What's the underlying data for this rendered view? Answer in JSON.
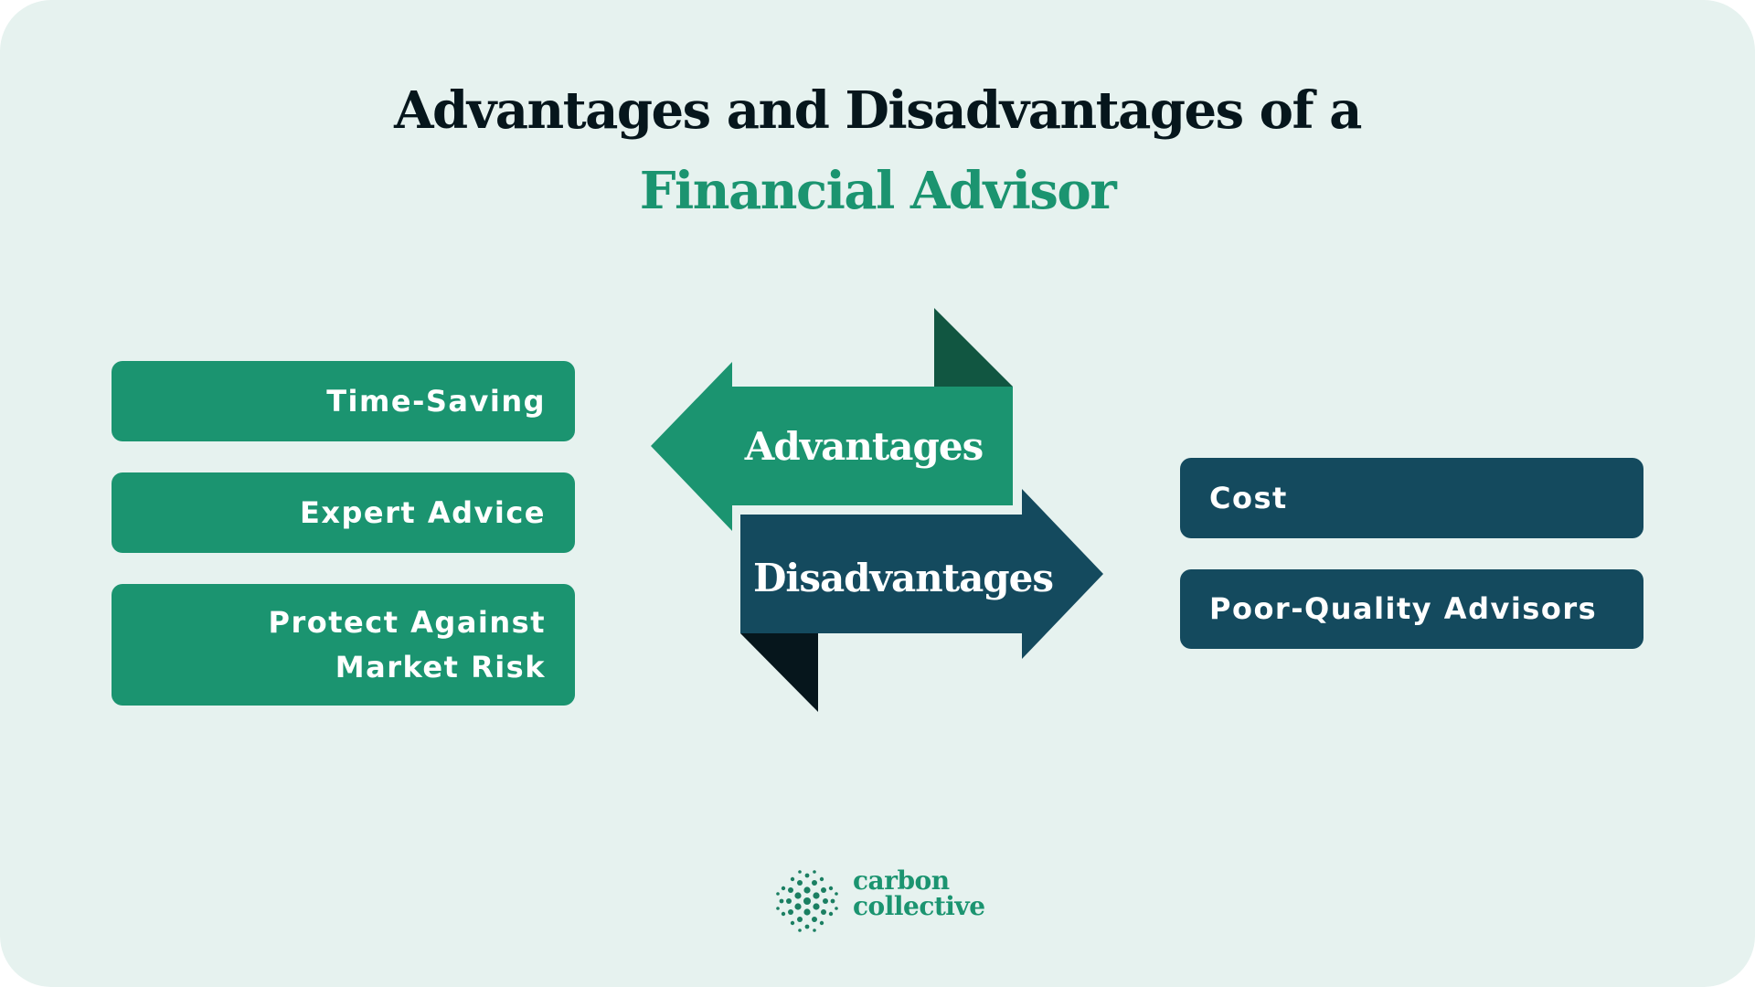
{
  "title": {
    "line1": "Advantages and Disadvantages of a",
    "line2": "Financial Advisor"
  },
  "center": {
    "advantages_label": "Advantages",
    "disadvantages_label": "Disadvantages"
  },
  "advantages": [
    {
      "label": "Time-Saving"
    },
    {
      "label": "Expert Advice"
    },
    {
      "label": "Protect Against Market Risk"
    }
  ],
  "disadvantages": [
    {
      "label": "Cost"
    },
    {
      "label": "Poor-Quality Advisors"
    }
  ],
  "brand": {
    "line1": "carbon",
    "line2": "collective"
  },
  "colors": {
    "background": "#E6F2EF",
    "advantage_green": "#1B9470",
    "advantage_flap": "#115641",
    "disadvantage_blue": "#144A5E",
    "disadvantage_flap": "#06161C",
    "title_dark": "#06161C"
  }
}
